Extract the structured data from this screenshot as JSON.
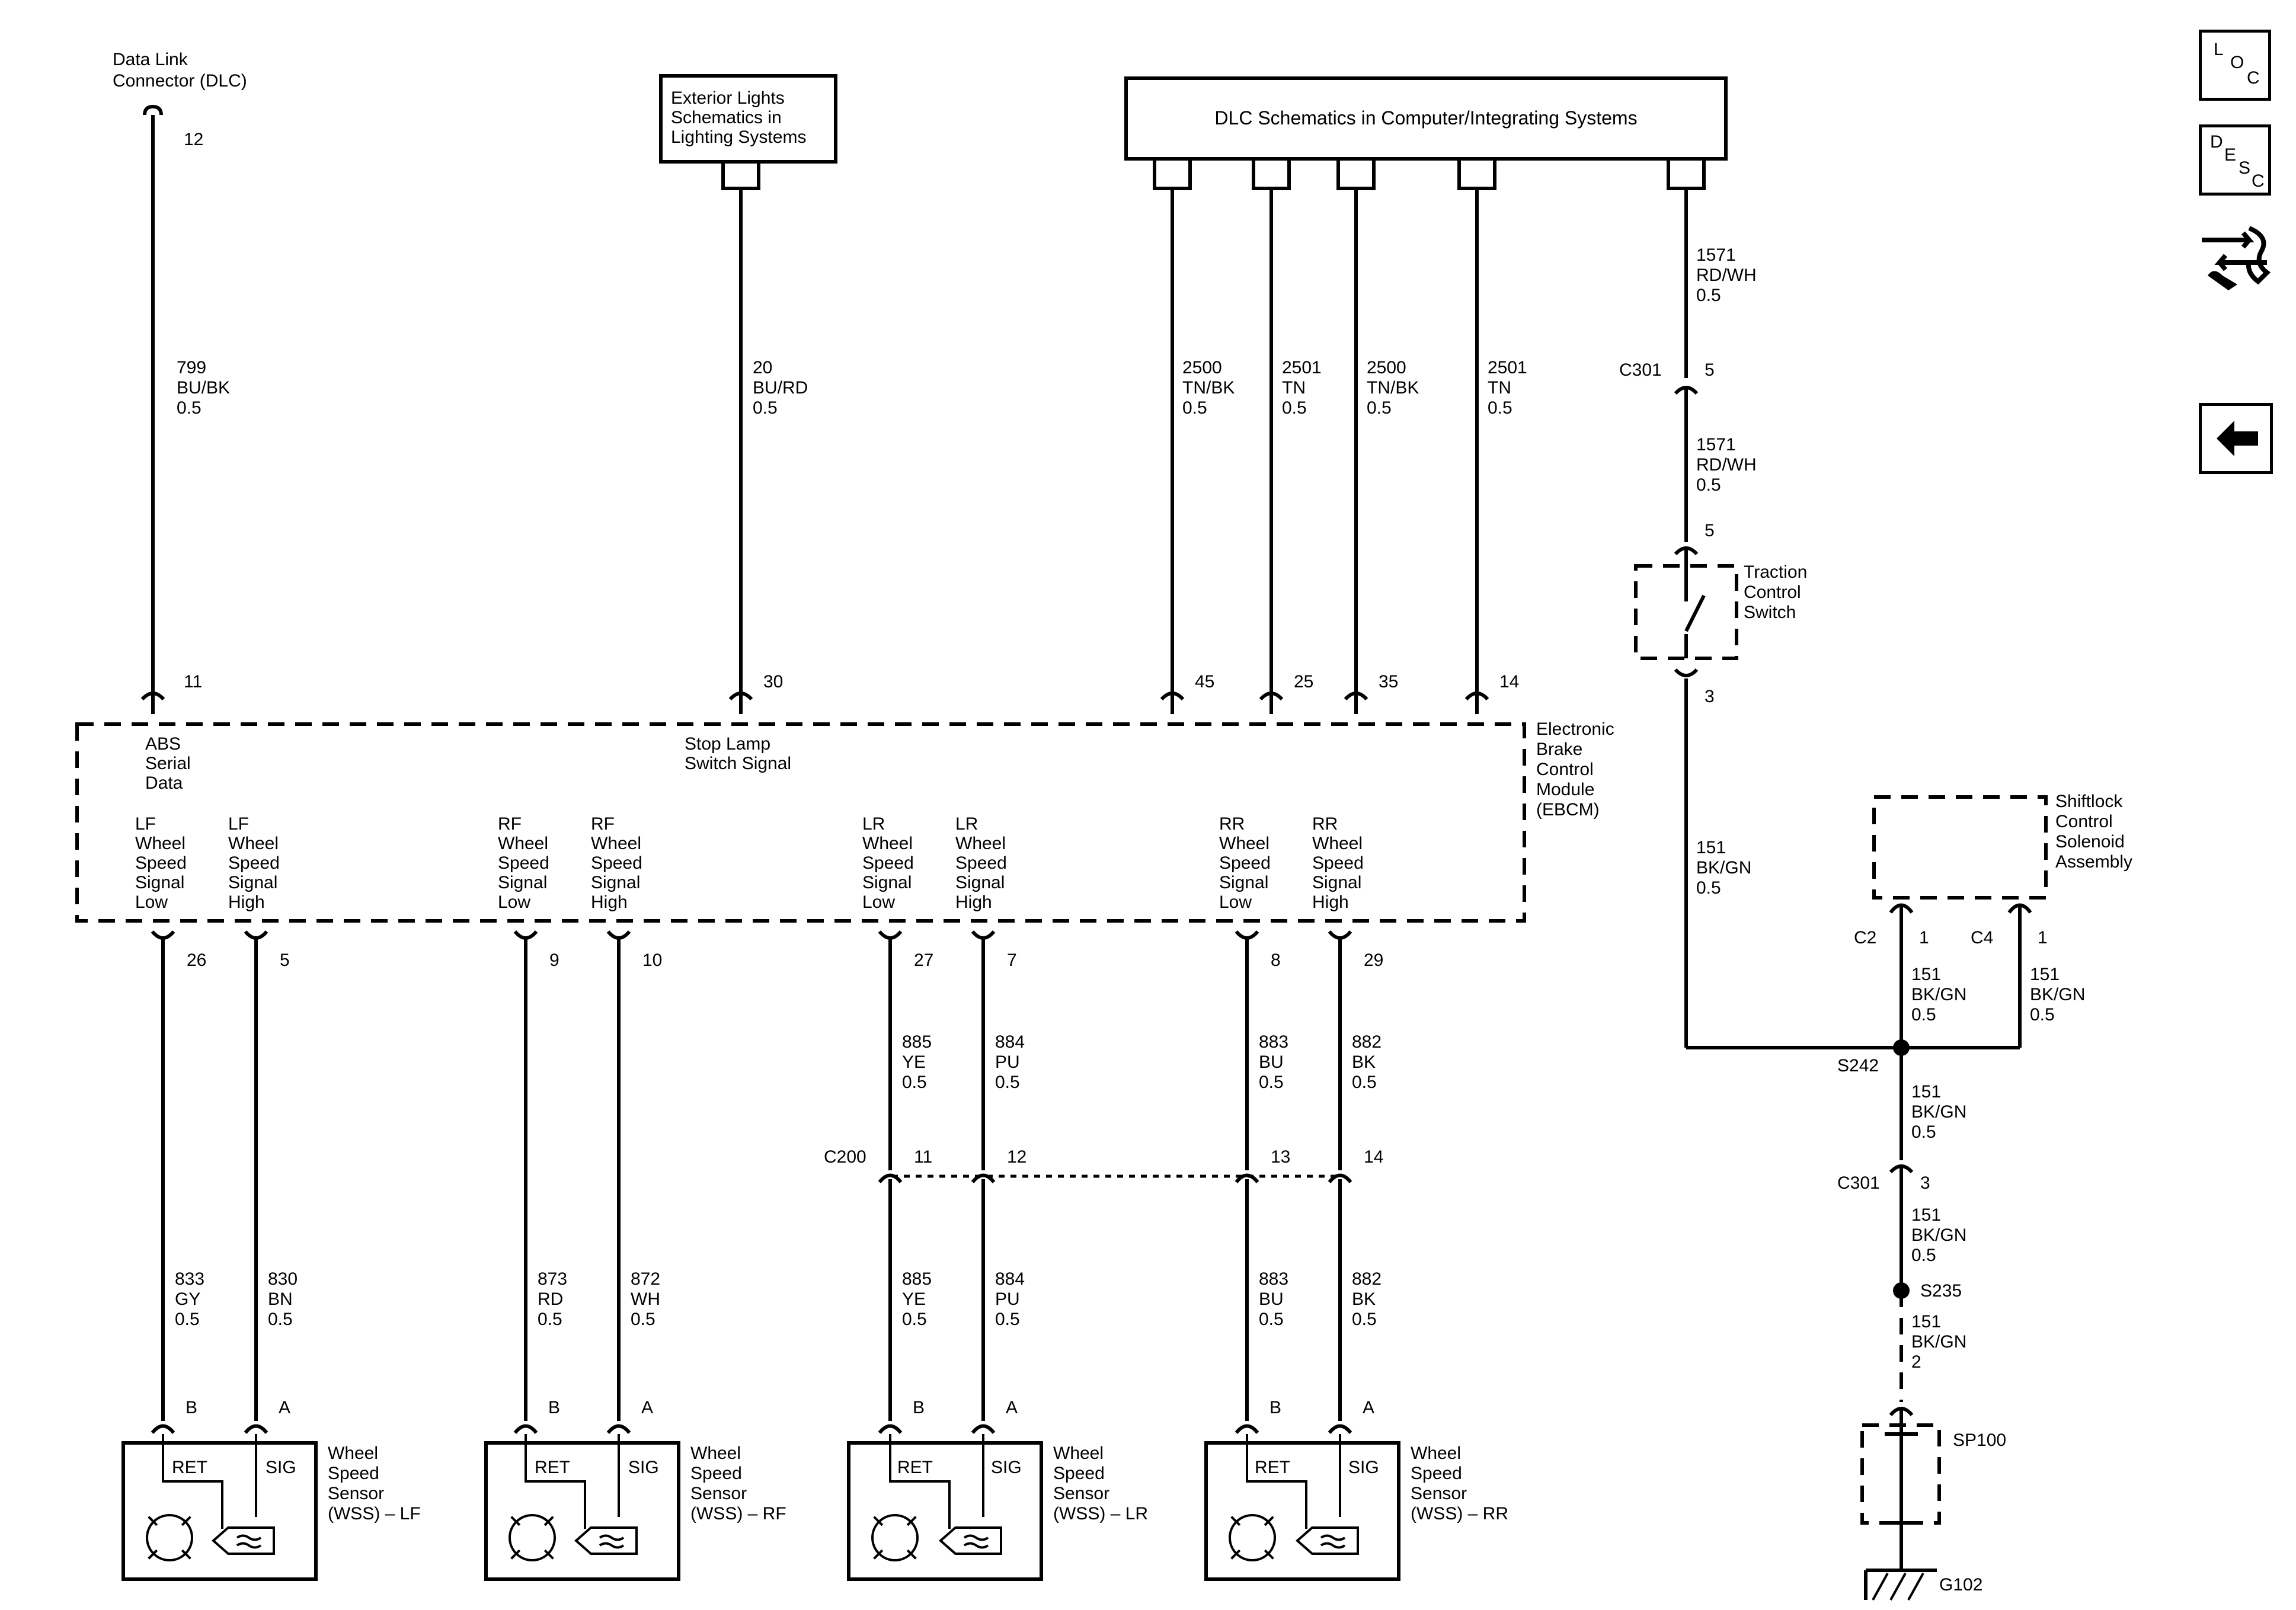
{
  "dlc_connector": {
    "line1": "Data Link",
    "line2": "Connector (DLC)",
    "pin": "12"
  },
  "ext_lights_box": {
    "line1": "Exterior Lights",
    "line2": "Schematics in",
    "line3": "Lighting Systems"
  },
  "dlc_schem_box": {
    "label": "DLC Schematics in Computer/Integrating Systems"
  },
  "wires_top": [
    {
      "num": "799",
      "color": "BU/BK",
      "size": "0.5",
      "pin": "11"
    },
    {
      "num": "20",
      "color": "BU/RD",
      "size": "0.5",
      "pin": "30"
    },
    {
      "num": "2500",
      "color": "TN/BK",
      "size": "0.5",
      "pin": "45"
    },
    {
      "num": "2501",
      "color": "TN",
      "size": "0.5",
      "pin": "25"
    },
    {
      "num": "2500",
      "color": "TN/BK",
      "size": "0.5",
      "pin": "35"
    },
    {
      "num": "2501",
      "color": "TN",
      "size": "0.5",
      "pin": "14"
    }
  ],
  "ebcm": {
    "line1": "Electronic",
    "line2": "Brake",
    "line3": "Control",
    "line4": "Module",
    "line5": "(EBCM)",
    "abs": [
      "ABS",
      "Serial",
      "Data"
    ],
    "stop": [
      "Stop Lamp",
      "Switch Signal"
    ]
  },
  "signals": [
    {
      "lines": [
        "LF",
        "Wheel",
        "Speed",
        "Signal",
        "Low"
      ],
      "pin": "26"
    },
    {
      "lines": [
        "LF",
        "Wheel",
        "Speed",
        "Signal",
        "High"
      ],
      "pin": "5"
    },
    {
      "lines": [
        "RF",
        "Wheel",
        "Speed",
        "Signal",
        "Low"
      ],
      "pin": "9"
    },
    {
      "lines": [
        "RF",
        "Wheel",
        "Speed",
        "Signal",
        "High"
      ],
      "pin": "10"
    },
    {
      "lines": [
        "LR",
        "Wheel",
        "Speed",
        "Signal",
        "Low"
      ],
      "pin": "27"
    },
    {
      "lines": [
        "LR",
        "Wheel",
        "Speed",
        "Signal",
        "High"
      ],
      "pin": "7"
    },
    {
      "lines": [
        "RR",
        "Wheel",
        "Speed",
        "Signal",
        "Low"
      ],
      "pin": "8"
    },
    {
      "lines": [
        "RR",
        "Wheel",
        "Speed",
        "Signal",
        "High"
      ],
      "pin": "29"
    }
  ],
  "rear_upper_wires": [
    {
      "num": "885",
      "color": "YE",
      "size": "0.5",
      "c200": "11"
    },
    {
      "num": "884",
      "color": "PU",
      "size": "0.5",
      "c200": "12"
    },
    {
      "num": "883",
      "color": "BU",
      "size": "0.5",
      "c200": "13"
    },
    {
      "num": "882",
      "color": "BK",
      "size": "0.5",
      "c200": "14"
    }
  ],
  "c200": "C200",
  "lower_wires": [
    {
      "num": "833",
      "color": "GY",
      "size": "0.5",
      "pin": "B"
    },
    {
      "num": "830",
      "color": "BN",
      "size": "0.5",
      "pin": "A"
    },
    {
      "num": "873",
      "color": "RD",
      "size": "0.5",
      "pin": "B"
    },
    {
      "num": "872",
      "color": "WH",
      "size": "0.5",
      "pin": "A"
    },
    {
      "num": "885",
      "color": "YE",
      "size": "0.5",
      "pin": "B"
    },
    {
      "num": "884",
      "color": "PU",
      "size": "0.5",
      "pin": "A"
    },
    {
      "num": "883",
      "color": "BU",
      "size": "0.5",
      "pin": "B"
    },
    {
      "num": "882",
      "color": "BK",
      "size": "0.5",
      "pin": "A"
    }
  ],
  "sensors": [
    {
      "ret": "RET",
      "sig": "SIG",
      "l1": "Wheel",
      "l2": "Speed",
      "l3": "Sensor",
      "l4": "(WSS) – LF"
    },
    {
      "ret": "RET",
      "sig": "SIG",
      "l1": "Wheel",
      "l2": "Speed",
      "l3": "Sensor",
      "l4": "(WSS) – RF"
    },
    {
      "ret": "RET",
      "sig": "SIG",
      "l1": "Wheel",
      "l2": "Speed",
      "l3": "Sensor",
      "l4": "(WSS) – LR"
    },
    {
      "ret": "RET",
      "sig": "SIG",
      "l1": "Wheel",
      "l2": "Speed",
      "l3": "Sensor",
      "l4": "(WSS) – RR"
    }
  ],
  "right_circuit": {
    "w1": {
      "num": "1571",
      "color": "RD/WH",
      "size": "0.5"
    },
    "c301a": {
      "name": "C301",
      "pin": "5"
    },
    "w2": {
      "num": "1571",
      "color": "RD/WH",
      "size": "0.5"
    },
    "tcs_pin_top": "5",
    "tcs": {
      "l1": "Traction",
      "l2": "Control",
      "l3": "Switch"
    },
    "tcs_pin_bot": "3",
    "w3": {
      "num": "151",
      "color": "BK/GN",
      "size": "0.5"
    },
    "shiftlock": {
      "l1": "Shiftlock",
      "l2": "Control",
      "l3": "Solenoid",
      "l4": "Assembly"
    },
    "c2": {
      "name": "C2",
      "pin": "1"
    },
    "c4": {
      "name": "C4",
      "pin": "1"
    },
    "w4": {
      "num": "151",
      "color": "BK/GN",
      "size": "0.5"
    },
    "w5": {
      "num": "151",
      "color": "BK/GN",
      "size": "0.5"
    },
    "s242": "S242",
    "w6": {
      "num": "151",
      "color": "BK/GN",
      "size": "0.5"
    },
    "c301b": {
      "name": "C301",
      "pin": "3"
    },
    "w7": {
      "num": "151",
      "color": "BK/GN",
      "size": "0.5"
    },
    "s235": "S235",
    "w8": {
      "num": "151",
      "color": "BK/GN",
      "size": "2"
    },
    "sp100": "SP100",
    "g102": "G102"
  },
  "side": {
    "loc": "LOC",
    "desc": "DESC",
    "loc_l": "L",
    "loc_o": "O",
    "loc_c": "C",
    "desc_d": "D",
    "desc_e": "E",
    "desc_s": "S",
    "desc_c": "C"
  }
}
